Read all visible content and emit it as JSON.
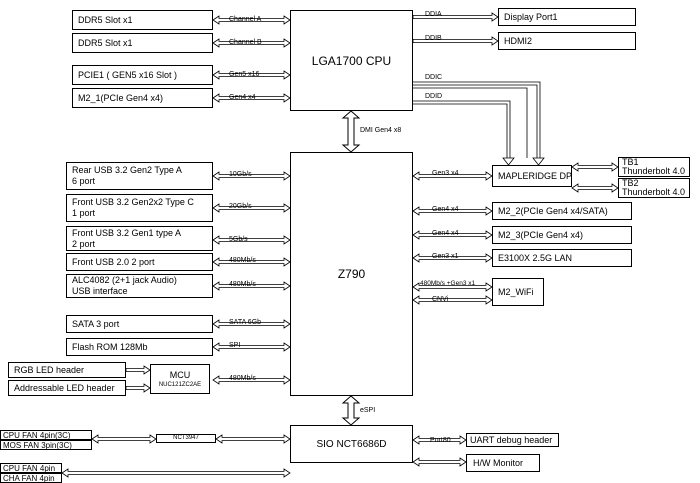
{
  "cpu": "LGA1700 CPU",
  "pch": "Z790",
  "sio": "SIO  NCT6686D",
  "mcu": {
    "name": "MCU",
    "part": "NUC121ZC2AE"
  },
  "nct": "NCT3947",
  "cpu_left": [
    {
      "label": "DDR5 Slot x1",
      "link": "Channel A"
    },
    {
      "label": "DDR5 Slot x1",
      "link": "Channel B"
    },
    {
      "label": "PCIE1 ( GEN5 x16 Slot )",
      "link": "Gen5 x16"
    },
    {
      "label": "M2_1(PCIe Gen4 x4)",
      "link": "Gen4 x4"
    }
  ],
  "cpu_right": [
    {
      "label": "Display Port1",
      "link": "DDIA"
    },
    {
      "label": "HDMI2",
      "link": "DDIB"
    }
  ],
  "ddi": {
    "c": "DDIC",
    "d": "DDID"
  },
  "dmi": "DMI Gen4 x8",
  "espi": "eSPI",
  "pch_left": [
    {
      "line1": "Rear USB 3.2 Gen2 Type A",
      "line2": "6 port",
      "link": "10Gb/s"
    },
    {
      "line1": "Front USB 3.2 Gen2x2 Type C",
      "line2": "1 port",
      "link": "20Gb/s"
    },
    {
      "line1": "Front USB 3.2 Gen1 type A",
      "line2": "2 port",
      "link": "5Gb/s"
    },
    {
      "line1": "Front USB 2.0 2 port",
      "line2": "",
      "link": "480Mb/s"
    },
    {
      "line1": "ALC4082 (2+1 jack Audio)",
      "line2": "USB interface",
      "link": "480Mb/s"
    },
    {
      "line1": "SATA 3  port",
      "line2": "",
      "link": "SATA 6Gb"
    },
    {
      "line1": "Flash ROM 128Mb",
      "line2": "",
      "link": "SPI"
    }
  ],
  "mcu_link": "480Mb/s",
  "led": [
    "RGB LED header",
    "Addressable LED header"
  ],
  "maple": {
    "label": "MAPLERIDGE  DP",
    "link": "Gen3 x4"
  },
  "tb": [
    {
      "name": "TB1",
      "sub": "Thunderbolt 4.0"
    },
    {
      "name": "TB2",
      "sub": "Thunderbolt 4.0"
    }
  ],
  "pch_right": [
    {
      "label": "M2_2(PCIe  Gen4  x4/SATA)",
      "link": "Gen4 x4"
    },
    {
      "label": "M2_3(PCIe Gen4 x4)",
      "link": "Gen4 x4"
    },
    {
      "label": "E3100X 2.5G LAN",
      "link": "Gen3 x1"
    }
  ],
  "wifi": {
    "label": "M2_WiFi",
    "link1": "480Mb/s +Gen3 x1",
    "link2": "CNVi"
  },
  "fans": [
    "CPU FAN 4pin(3C)",
    "MOS FAN 3pin(3C)",
    "CPU FAN 4pin",
    "CHA FAN 4pin"
  ],
  "sio_right": [
    {
      "label": "UART debug header",
      "link": "Port80"
    },
    {
      "label": "H/W Monitor",
      "link": ""
    }
  ]
}
